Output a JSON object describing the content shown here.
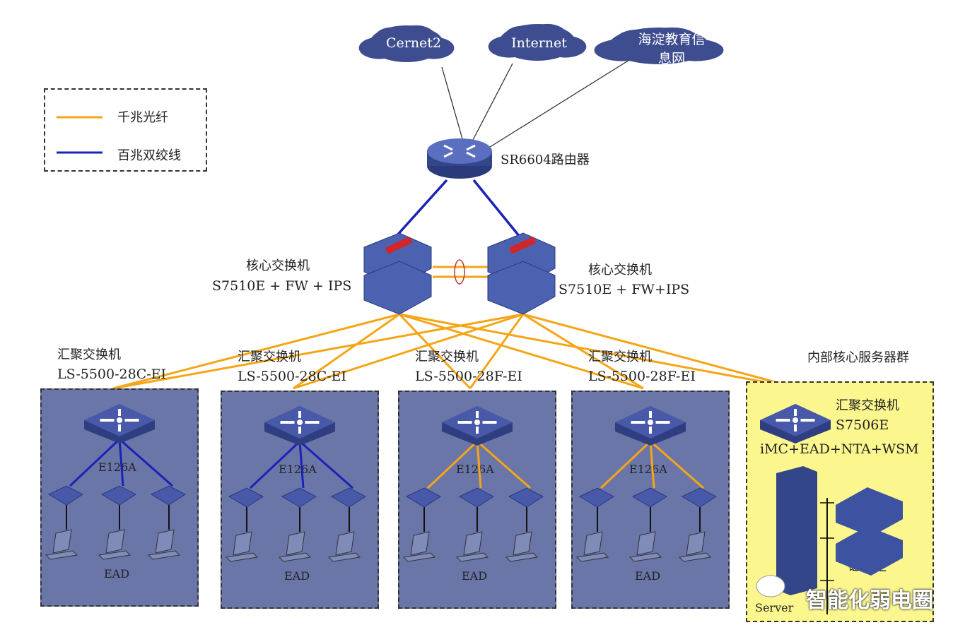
{
  "clouds": [
    {
      "label": "Cernet2"
    },
    {
      "label": "Internet"
    },
    {
      "label": "海淀教育信\n息网",
      "line1": "海淀教育信",
      "line2": "息网"
    }
  ],
  "legend": {
    "fiber_label": "千兆光纤",
    "twisted_label": "百兆双绞线",
    "fiber_color": "#f5a516",
    "twisted_color": "#1a22b8"
  },
  "router": {
    "label": "SR6604路由器"
  },
  "core": [
    {
      "title": "核心交换机",
      "model": "S7510E + FW + IPS"
    },
    {
      "title": "核心交换机",
      "model": "S7510E + FW+IPS"
    }
  ],
  "groups": [
    {
      "title": "汇聚交换机",
      "model": "LS-5500-28C-EI",
      "access": "E126A",
      "terminal": "EAD",
      "link": "twisted"
    },
    {
      "title": "汇聚交换机",
      "model": "LS-5500-28C-EI",
      "access": "E126A",
      "terminal": "EAD",
      "link": "twisted"
    },
    {
      "title": "汇聚交换机",
      "model": "LS-5500-28F-EI",
      "access": "E126A",
      "terminal": "EAD",
      "link": "fiber"
    },
    {
      "title": "汇聚交换机",
      "model": "LS-5500-28F-EI",
      "access": "E126A",
      "terminal": "EAD",
      "link": "fiber"
    }
  ],
  "server_group": {
    "heading": "内部核心服务器群",
    "title": "汇聚交换机",
    "model": "S7506E",
    "services": "iMC+EAD+NTA+WSM",
    "server_label": "Server",
    "storage_label": "磁盘柜"
  },
  "watermark": "智能化弱电圈",
  "colors": {
    "device": "#3d4f9a",
    "group_bg": "#6b76a8",
    "server_bg": "#fbf68e",
    "cloud": "#3e4d8f"
  }
}
